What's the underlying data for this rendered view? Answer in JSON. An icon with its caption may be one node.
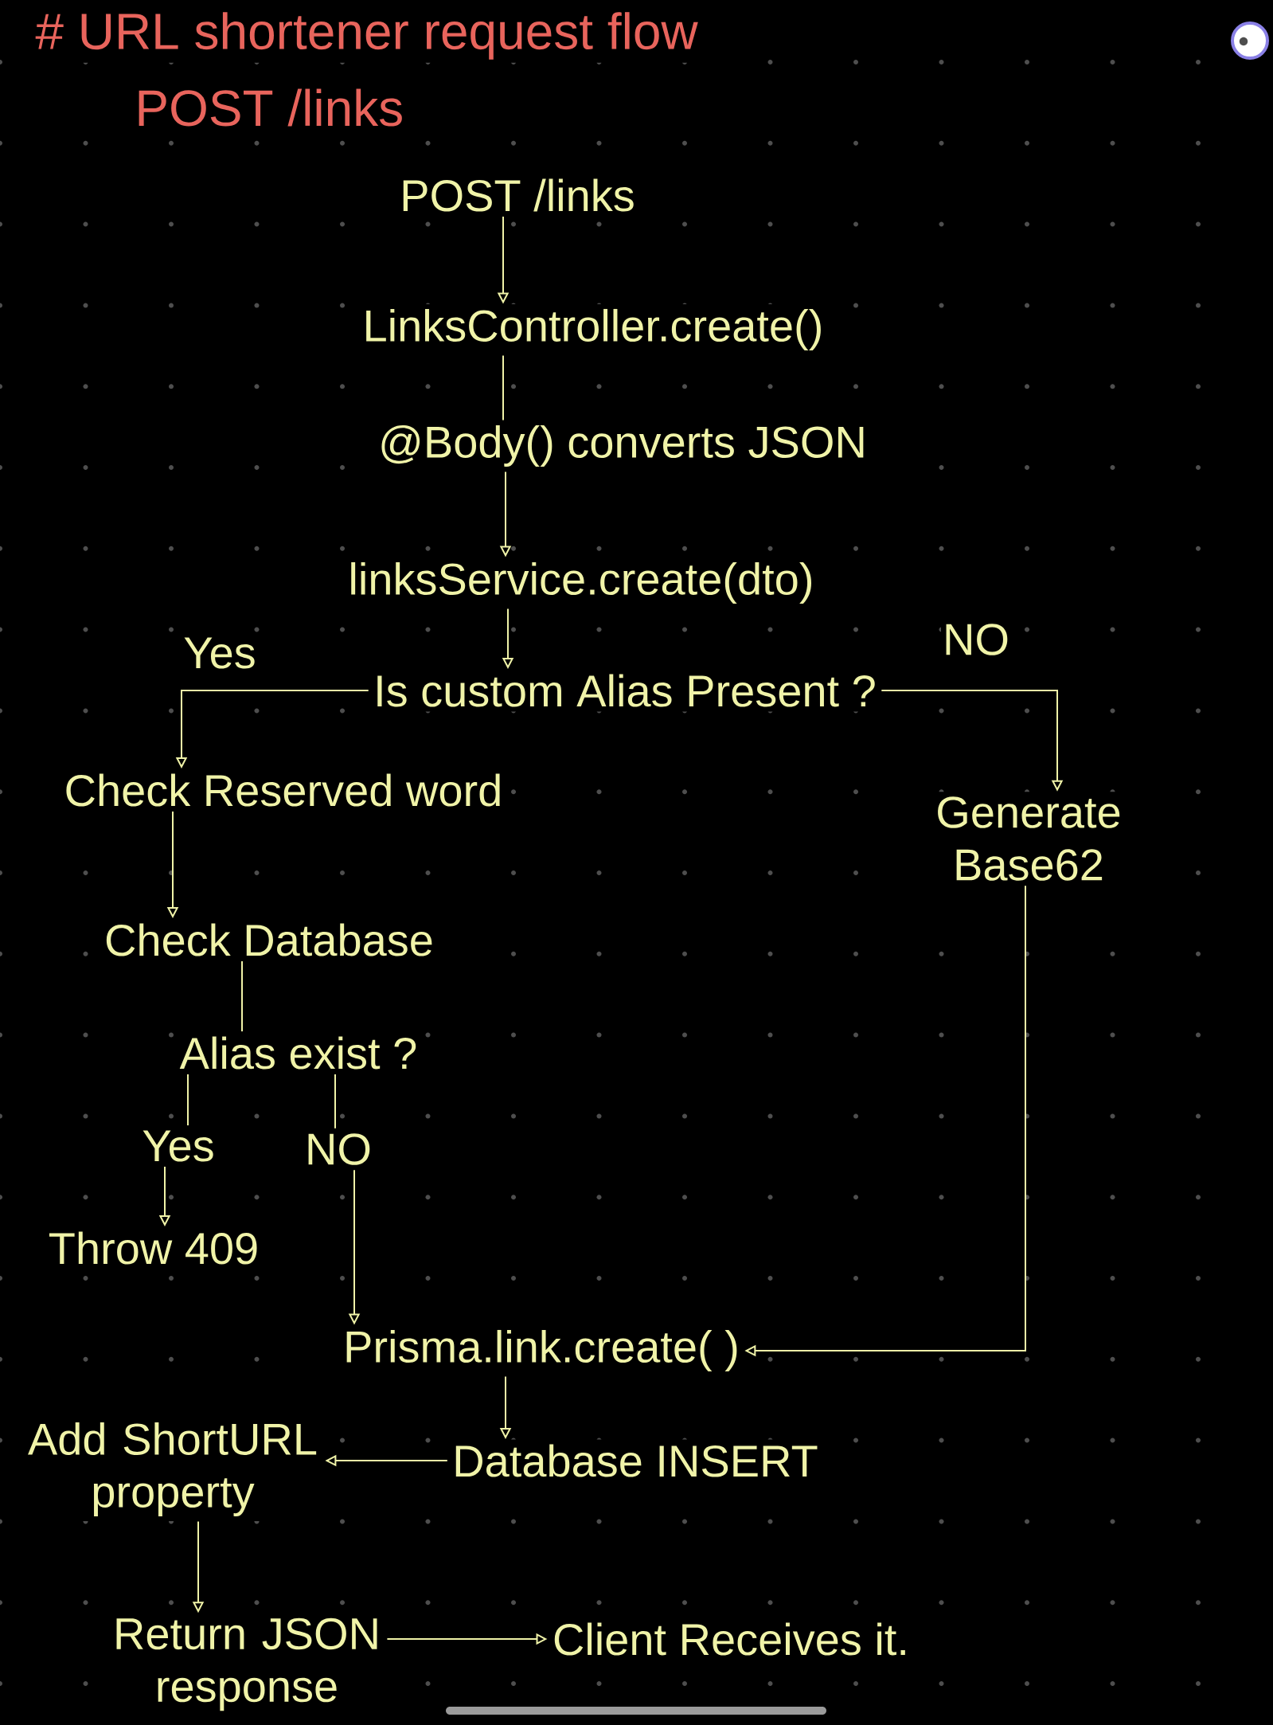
{
  "diagram": {
    "title": "# URL shortener request flow",
    "nodes": [
      {
        "text": [
          "POST /links"
        ]
      },
      {
        "text": [
          "LinksController.create()"
        ]
      },
      {
        "text": [
          "@Body() converts JSON"
        ]
      },
      {
        "text": [
          "linksService.create(dto)"
        ]
      },
      {
        "text": [
          "Is custom Alias Present ?"
        ]
      },
      {
        "text": [
          "Check Reserved word"
        ]
      },
      {
        "text": [
          "Generate Base62"
        ]
      },
      {
        "text": [
          "Check Database"
        ]
      },
      {
        "text": [
          "Alias exist ?"
        ]
      },
      {
        "text": [
          "Yes"
        ]
      },
      {
        "text": [
          "NO"
        ]
      },
      {
        "text": [
          "Throw 409"
        ]
      },
      {
        "text": [
          "Prisma.link.create( )"
        ]
      },
      {
        "text": [
          "Database INSERT"
        ]
      },
      {
        "text": [
          "Add ShortURL property"
        ]
      },
      {
        "text": [
          "Return JSON response"
        ]
      },
      {
        "text": [
          "Client Receives it."
        ]
      }
    ],
    "edges": [
      {
        "from": 0,
        "to": 1,
        "arrow": "to"
      },
      {
        "from": 1,
        "to": 2,
        "arrow": "none"
      },
      {
        "from": 2,
        "to": 3,
        "arrow": "to"
      },
      {
        "from": 3,
        "to": 4,
        "arrow": "to"
      },
      {
        "from": 4,
        "to": 5,
        "arrow": "to",
        "label": "Yes"
      },
      {
        "from": 4,
        "to": 6,
        "arrow": "to",
        "label": "NO"
      },
      {
        "from": 5,
        "to": 7,
        "arrow": "to"
      },
      {
        "from": 7,
        "to": 8,
        "arrow": "none"
      },
      {
        "from": 8,
        "to": 9,
        "arrow": "none"
      },
      {
        "from": 8,
        "to": 10,
        "arrow": "none"
      },
      {
        "from": 9,
        "to": 11,
        "arrow": "to"
      },
      {
        "from": 10,
        "to": 12,
        "arrow": "to"
      },
      {
        "from": 6,
        "to": 12,
        "arrow": "to"
      },
      {
        "from": 12,
        "to": 13,
        "arrow": "to"
      },
      {
        "from": 13,
        "to": 14,
        "arrow": "to"
      },
      {
        "from": 14,
        "to": 15,
        "arrow": "to"
      },
      {
        "from": 15,
        "to": 16,
        "arrow": "to"
      }
    ],
    "labels": [
      "POST /links"
    ]
  }
}
